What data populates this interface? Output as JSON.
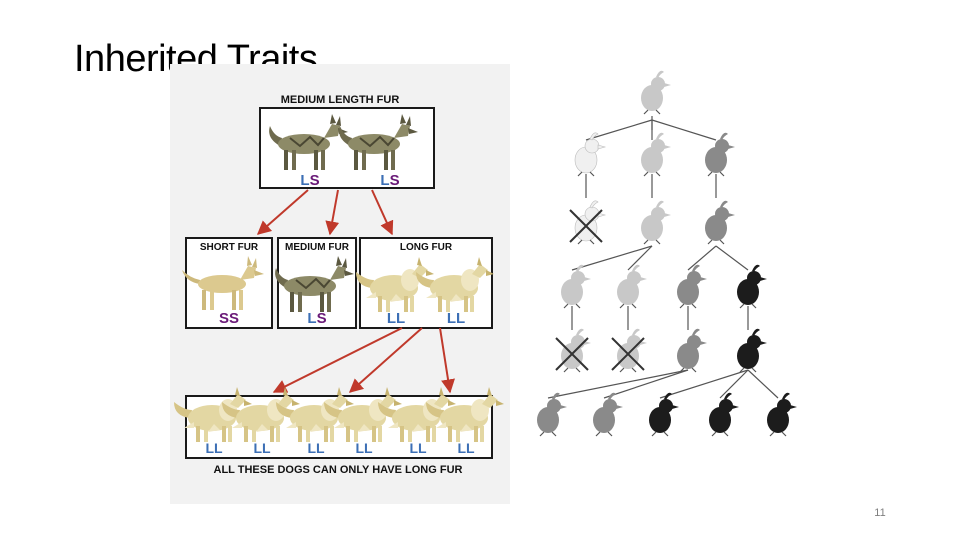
{
  "slide": {
    "title": "Inherited Traits",
    "page_number": "11"
  },
  "dog_diagram": {
    "colors": {
      "arrow": "#c0392b",
      "genotype_l": "#3c6fb5",
      "genotype_s": "#6a1a78",
      "box_border": "#1a1a1a",
      "medium_fur": "#8d8a67",
      "long_fur": "#e3d7a3",
      "short_fur": "#dcc98f"
    },
    "parents": {
      "label": "MEDIUM LENGTH FUR",
      "genotype_1": "LS",
      "genotype_2": "LS"
    },
    "offspring": {
      "short": {
        "label": "SHORT FUR",
        "genotype": "SS"
      },
      "medium": {
        "label": "MEDIUM FUR",
        "genotype": "LS"
      },
      "long": {
        "label": "LONG FUR",
        "genotype_1": "LL",
        "genotype_2": "LL"
      }
    },
    "grand_offspring": {
      "genotypes": [
        "LL",
        "LL",
        "LL",
        "LL",
        "LL",
        "LL"
      ],
      "caption": "ALL THESE DOGS CAN ONLY HAVE LONG FUR"
    }
  },
  "bird_diagram": {
    "colors": {
      "white": "#f0f0f0",
      "light_gray": "#c8c8c8",
      "gray": "#8a8a8a",
      "dark": "#4a4a4a",
      "black": "#1c1c1c",
      "line": "#555555",
      "cross": "#333333"
    },
    "icons": [
      "bird-icon",
      "cross-out-mark"
    ]
  }
}
